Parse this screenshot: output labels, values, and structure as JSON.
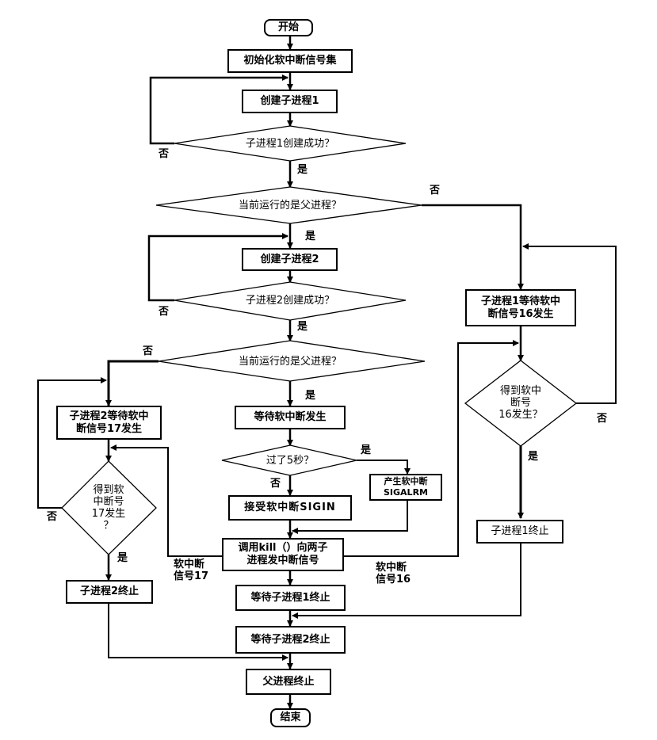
{
  "diagram": {
    "type": "flowchart",
    "nodes": {
      "start": "开始",
      "init": "初始化软中断信号集",
      "create1": "创建子进程1",
      "check1": "子进程1创建成功？",
      "isParent1": "当前运行的是父进程？",
      "create2": "创建子进程2",
      "check2": "子进程2创建成功？",
      "isParent2": "当前运行的是父进程？",
      "waitSoft": "等待软中断发生",
      "timeout": "过了5秒？",
      "sigalrm": "产生软中断\nSIGALRM",
      "sigint": "接受软中断SIGIN",
      "kill": "调用kill（）向两子\n进程发中断信号",
      "wait1": "等待子进程1终止",
      "wait2": "等待子进程2终止",
      "parentEnd": "父进程终止",
      "end": "结束",
      "child1Wait": "子进程1等待软中\n断信号16发生",
      "got16": "得到软中\n断号\n16发生？",
      "child1End": "子进程1终止",
      "child2Wait": "子进程2等待软中\n断信号17发生",
      "got17": "得到软\n中断号\n17发生\n？",
      "child2End": "子进程2终止"
    },
    "labels": {
      "check1_no": "否",
      "check1_yes": "是",
      "isParent1_no": "否",
      "isParent1_yes": "是",
      "check2_no": "否",
      "check2_yes": "是",
      "isParent2_no": "否",
      "isParent2_yes": "是",
      "timeout_yes": "是",
      "timeout_no": "否",
      "got16_no": "否",
      "got16_yes": "是",
      "got17_no": "否",
      "got17_yes": "是",
      "signal17": "软中断\n信号17",
      "signal16": "软中断\n信号16"
    }
  }
}
